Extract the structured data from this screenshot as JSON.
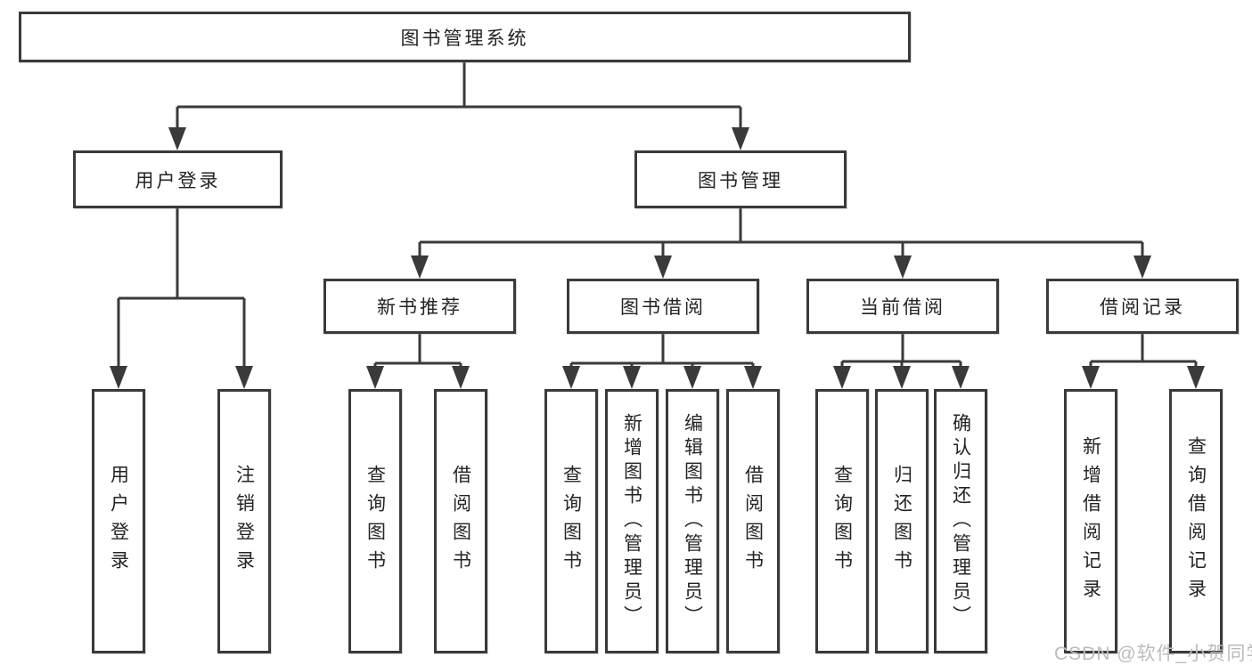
{
  "diagram": {
    "root_label": "图书管理系统",
    "level2": [
      "用户登录",
      "图书管理"
    ],
    "level3": [
      "新书推荐",
      "图书借阅",
      "当前借阅",
      "借阅记录"
    ],
    "groups": [
      {
        "parent": "用户登录",
        "items": [
          "用户登录",
          "注销登录"
        ]
      },
      {
        "parent": "新书推荐",
        "items": [
          "查询图书",
          "借阅图书"
        ]
      },
      {
        "parent": "图书借阅",
        "items": [
          "查询图书",
          "新增图书（管理员）",
          "编辑图书（管理员）",
          "借阅图书"
        ]
      },
      {
        "parent": "当前借阅",
        "items": [
          "查询图书",
          "归还图书",
          "确认归还（管理员）"
        ]
      },
      {
        "parent": "借阅记录",
        "items": [
          "新增借阅记录",
          "查询借阅记录"
        ]
      }
    ]
  },
  "watermark": {
    "text": "CSDN @软件_小贺同学"
  },
  "colors": {
    "line": "#3a3a3a",
    "text": "#242424",
    "watermark": "#bcbcbc",
    "background": "#ffffff"
  }
}
